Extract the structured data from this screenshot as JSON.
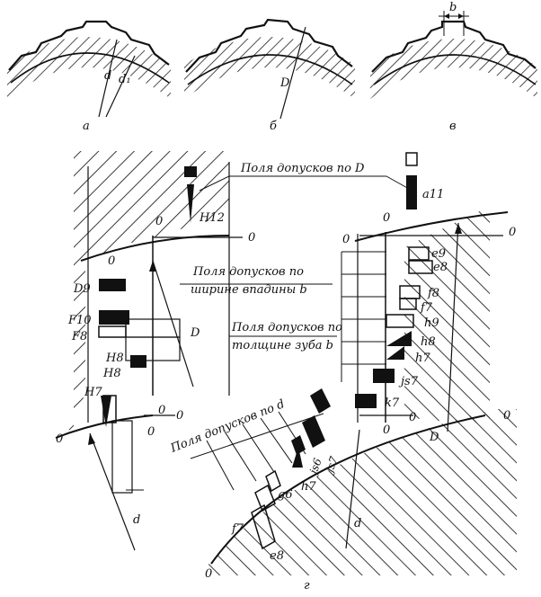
{
  "panels": {
    "a": {
      "caption": "а",
      "labels": [
        "d",
        "d₁"
      ]
    },
    "b": {
      "caption": "б",
      "labels": [
        "D"
      ]
    },
    "v": {
      "caption": "в",
      "labels": [
        "b"
      ]
    }
  },
  "main": {
    "caption": "г",
    "headings": {
      "tol_D": "Поля допусков по D",
      "tol_width_1": "Поля допусков по",
      "tol_width_2": "ширине впадины b",
      "tol_thick_1": "Поля допусков по",
      "tol_thick_2": "толщине зуба b",
      "tol_d": "Поля допусков по d"
    },
    "zero": "0",
    "dim_D": "D",
    "dim_d": "d",
    "fields_D": [
      "H12",
      "a11"
    ],
    "fields_width": [
      "D9",
      "F10",
      "F8",
      "H8",
      "H8",
      "H7"
    ],
    "fields_thick": [
      "e9",
      "e8",
      "f8",
      "f7",
      "h9",
      "h8",
      "h7",
      "js7",
      "k7"
    ],
    "fields_d": [
      "e8",
      "f7",
      "g6",
      "h7",
      "js6",
      "js7"
    ]
  }
}
